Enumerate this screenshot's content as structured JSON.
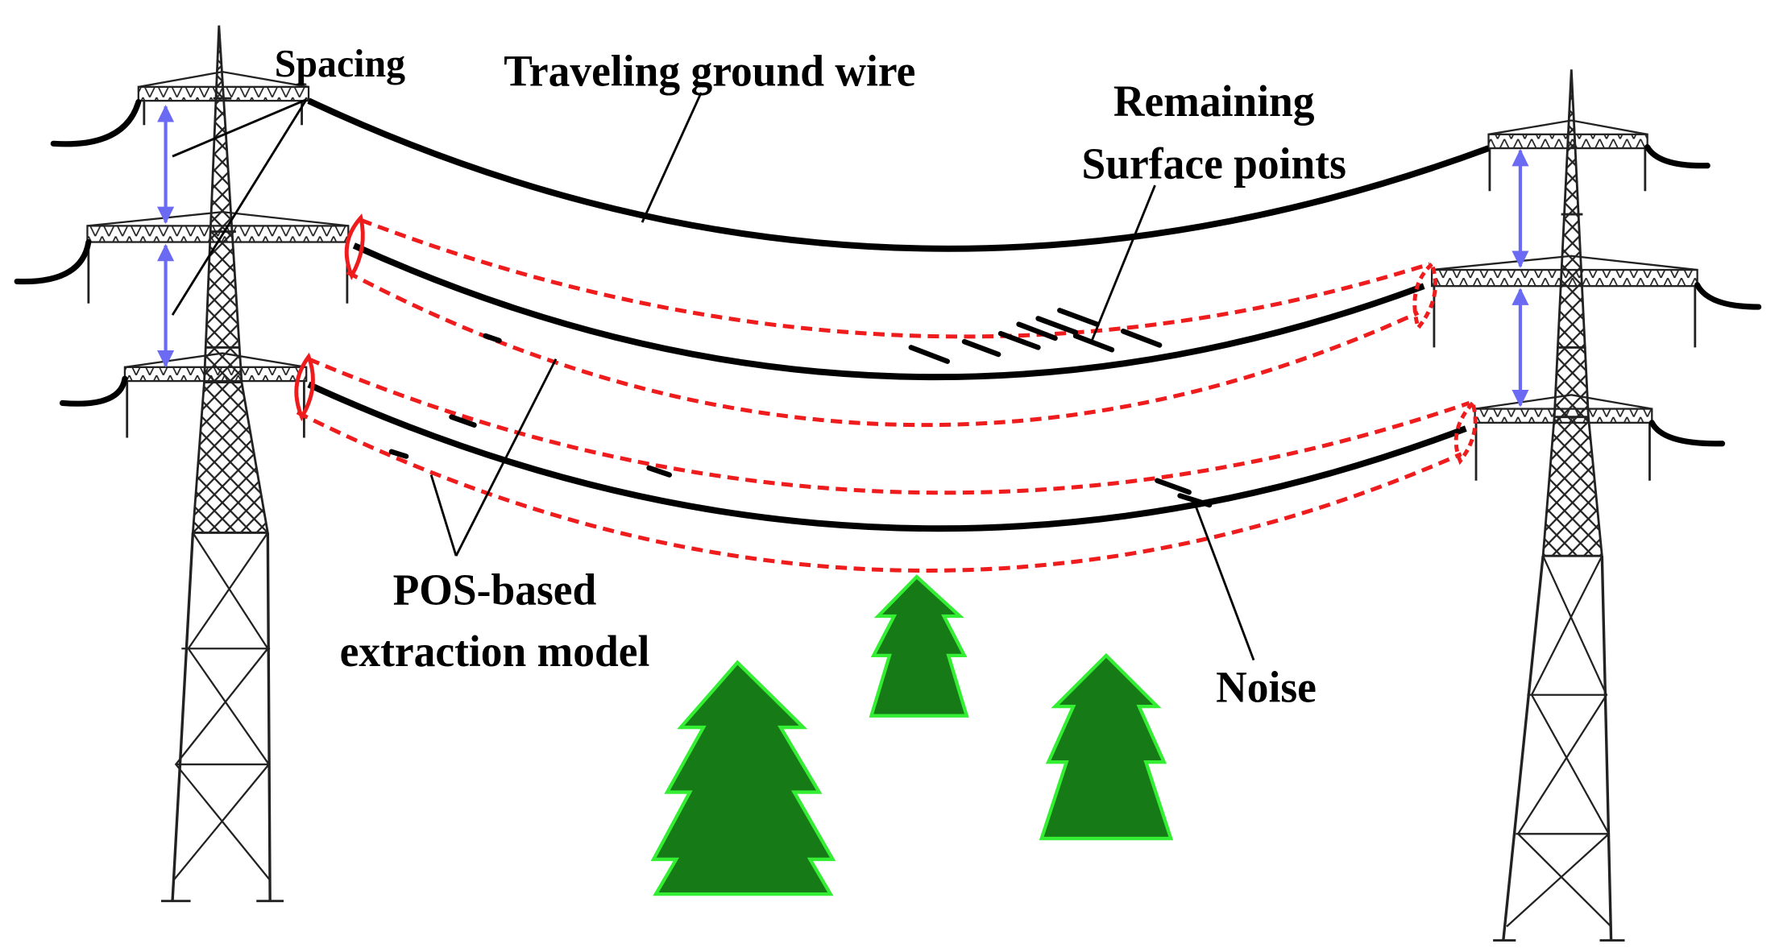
{
  "labels": {
    "spacing": "Spacing",
    "traveling_ground_wire": "Traveling ground wire",
    "remaining_line1": "Remaining",
    "remaining_line2": "Surface points",
    "pos_line1": "POS-based",
    "pos_line2": "extraction model",
    "noise": "Noise"
  },
  "colors": {
    "wire": "#000000",
    "model_boundary": "#ee1c1c",
    "spacing_arrow": "#6a6af2",
    "tree_fill": "#167a16",
    "tree_edge": "#33ee33",
    "tower": "#222222"
  }
}
